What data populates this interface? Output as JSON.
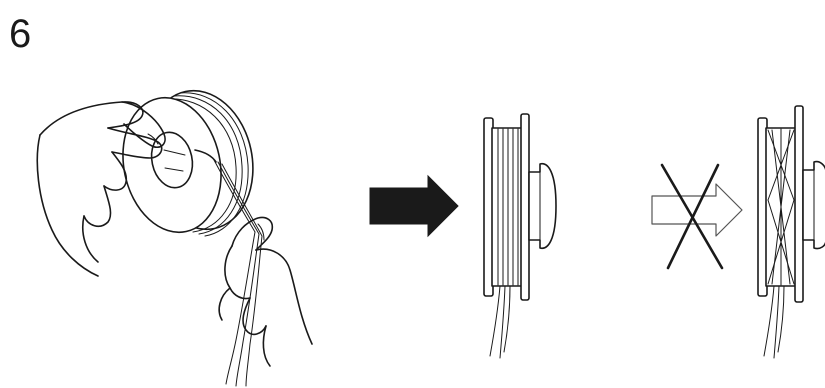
{
  "step": {
    "number": "6"
  },
  "colors": {
    "line": "#1a1a1a",
    "background": "#ffffff",
    "arrow_correct": "#1a1a1a",
    "arrow_wrong_outline": "#555555"
  },
  "icons": {
    "correct_arrow": "solid-right-arrow",
    "wrong_arrow": "outline-right-arrow",
    "wrong_mark": "x-cross"
  }
}
